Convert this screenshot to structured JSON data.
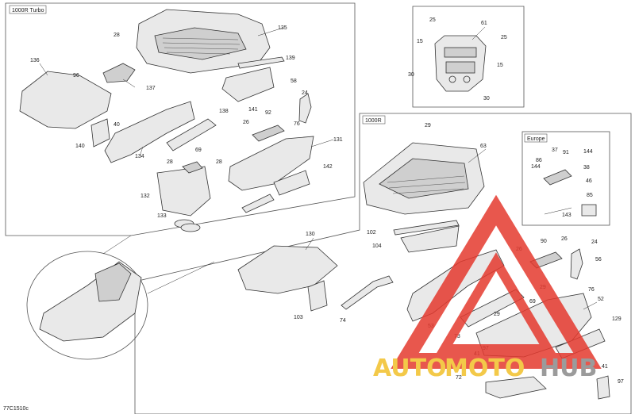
{
  "panels": {
    "turbo_label": "1000R Turbo",
    "std_label": "1000R",
    "europe_label": "Europe"
  },
  "callouts_turbo": [
    "135",
    "139",
    "28",
    "136",
    "96",
    "137",
    "141",
    "58",
    "24",
    "140",
    "40",
    "134",
    "138",
    "26",
    "92",
    "76",
    "131",
    "69",
    "28",
    "28",
    "132",
    "142",
    "133"
  ],
  "callouts_std": [
    "61",
    "25",
    "25",
    "15",
    "15",
    "30",
    "30",
    "29",
    "63",
    "37",
    "91",
    "144",
    "144",
    "86",
    "38",
    "46",
    "85",
    "143",
    "102",
    "104",
    "130",
    "90",
    "26",
    "24",
    "26",
    "56",
    "29",
    "76",
    "52",
    "103",
    "74",
    "53",
    "69",
    "29",
    "73",
    "129",
    "41",
    "97",
    "72",
    "41",
    "97"
  ],
  "diagram_code": "77C1510c",
  "watermark": {
    "brand_left": "AUTO",
    "brand_mid": "MOTO",
    "brand_right": "HUB",
    "color_red": "#e53a2f",
    "color_yellow": "#f2c02a",
    "color_gray": "#8a8a8a"
  }
}
